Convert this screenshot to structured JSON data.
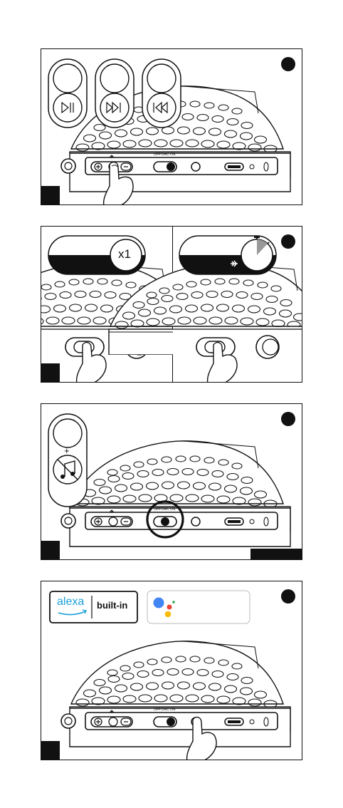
{
  "panel1": {
    "switch_labels": {
      "off": "OFF",
      "dac": "DAC",
      "on": "ON"
    },
    "icons": [
      "play-pause-icon",
      "skip-forward-icon",
      "skip-back-icon"
    ]
  },
  "panel2": {
    "press_count": "x1",
    "icons": [
      "airplane-icon",
      "timer-icon"
    ]
  },
  "panel3": {
    "switch_labels": {
      "off": "OFF",
      "dac": "DAC",
      "on": "ON"
    },
    "plus": "+",
    "icons": [
      "no-music-icon"
    ]
  },
  "panel4": {
    "alexa_word": "alexa",
    "alexa_suffix": "built-in",
    "switch_labels": {
      "off": "OFF",
      "dac": "DAC",
      "on": "ON"
    },
    "icons": [
      "google-assistant-icon"
    ]
  },
  "colors": {
    "ink": "#111111",
    "google_blue": "#4285F4",
    "google_red": "#EA4335",
    "google_yellow": "#FBBC04",
    "google_green": "#34A853",
    "alexa_blue": "#1aa0d8"
  }
}
